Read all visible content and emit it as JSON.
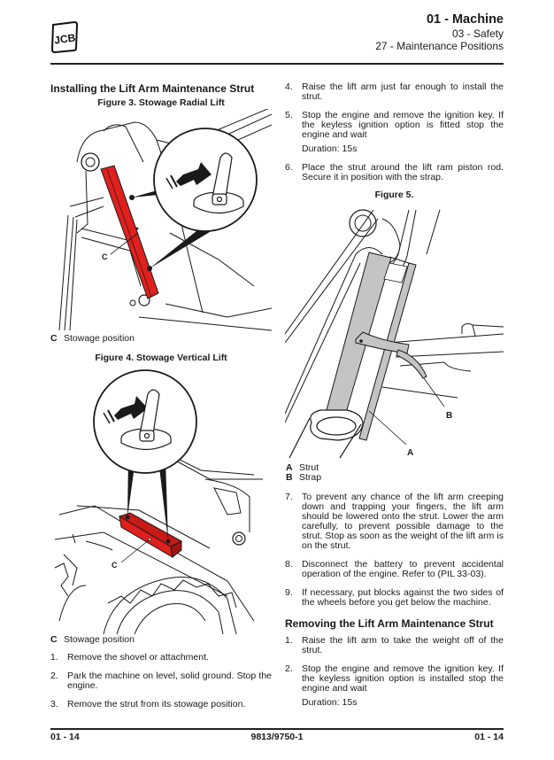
{
  "header": {
    "logo_text": "JCB",
    "chapter": "01 - Machine",
    "section": "03 - Safety",
    "subsection": "27 - Maintenance Positions"
  },
  "left_column": {
    "section_title": "Installing the Lift Arm Maintenance Strut",
    "figure3": {
      "caption": "Figure 3. Stowage Radial Lift",
      "callout": "C",
      "legend": [
        {
          "key": "C",
          "text": "Stowage position"
        }
      ]
    },
    "figure4": {
      "caption": "Figure 4. Stowage Vertical Lift",
      "callout": "C",
      "legend": [
        {
          "key": "C",
          "text": "Stowage position"
        }
      ]
    },
    "steps": [
      {
        "num": "1.",
        "text": "Remove the shovel or attachment."
      },
      {
        "num": "2.",
        "text": "Park the machine on level, solid ground. Stop the engine."
      },
      {
        "num": "3.",
        "text": "Remove the strut from its stowage position."
      }
    ]
  },
  "right_column": {
    "steps_a": [
      {
        "num": "4.",
        "text": "Raise the lift arm just far enough to install the strut."
      },
      {
        "num": "5.",
        "text": "Stop the engine and remove the ignition key. If the keyless ignition option is fitted stop the engine and wait",
        "duration": "Duration: 15s"
      },
      {
        "num": "6.",
        "text": "Place the strut around the lift ram piston rod. Secure it in position with the strap."
      }
    ],
    "figure5": {
      "caption": "Figure 5.",
      "callout_a": "A",
      "callout_b": "B",
      "legend": [
        {
          "key": "A",
          "text": "Strut"
        },
        {
          "key": "B",
          "text": "Strap"
        }
      ]
    },
    "steps_b": [
      {
        "num": "7.",
        "text": "To prevent any chance of the lift arm creeping down and trapping your fingers, the lift arm should be lowered onto the strut. Lower the arm carefully, to prevent possible damage to the strut. Stop as soon as the weight of the lift arm is on the strut."
      },
      {
        "num": "8.",
        "text": "Disconnect the battery to prevent accidental operation of the engine. Refer to (PIL 33-03)."
      },
      {
        "num": "9.",
        "text": "If necessary, put blocks against the two sides of the wheels before you get below the machine."
      }
    ],
    "removal": {
      "section_title": "Removing the Lift Arm Maintenance Strut",
      "steps": [
        {
          "num": "1.",
          "text": "Raise the lift arm to take the weight off of the strut."
        },
        {
          "num": "2.",
          "text": "Stop the engine and remove the ignition key. If the keyless ignition option is installed stop the engine and wait",
          "duration": "Duration: 15s"
        }
      ]
    }
  },
  "footer": {
    "page_left": "01 - 14",
    "doc_number": "9813/9750-1",
    "page_right": "01 - 14"
  },
  "colors": {
    "strut_red": "#e0201c",
    "strut_grey": "#c4c4c4",
    "ink": "#1a1a1a"
  }
}
